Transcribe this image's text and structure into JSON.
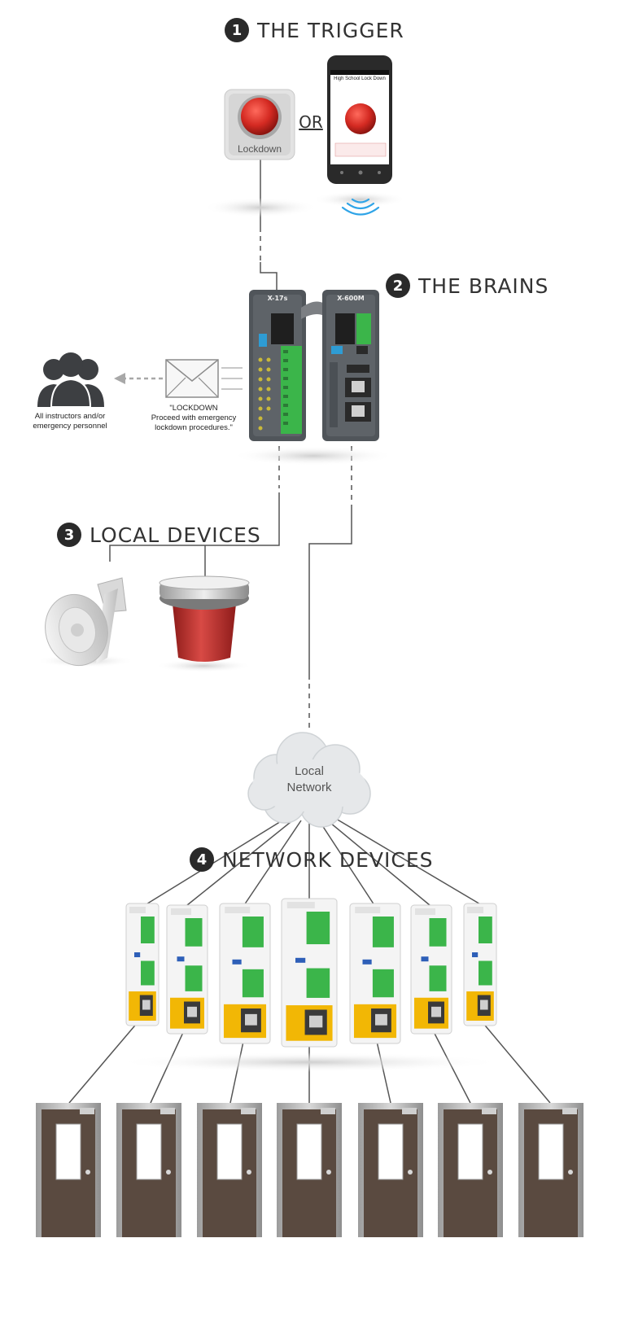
{
  "steps": [
    {
      "number": "1",
      "title": "THE TRIGGER"
    },
    {
      "number": "2",
      "title": "THE BRAINS"
    },
    {
      "number": "3",
      "title": "LOCAL DEVICES"
    },
    {
      "number": "4",
      "title": "NETWORK DEVICES"
    }
  ],
  "trigger": {
    "button_label": "Lockdown",
    "or_label": "OR",
    "phone_title": "High School Lock Down"
  },
  "brains": {
    "controller_a": "X-17s",
    "controller_b": "X-600M"
  },
  "notification": {
    "recipients": "All instructors and/or emergency personnel",
    "message_line1": "\"LOCKDOWN",
    "message_line2": "Proceed with emergency",
    "message_line3": "lockdown procedures.\""
  },
  "network": {
    "cloud_line1": "Local",
    "cloud_line2": "Network"
  },
  "relay_count": 7,
  "door_count": 7,
  "colors": {
    "red_button": "#d42a22",
    "relay_green": "#3bb54a",
    "relay_yellow": "#f2b705",
    "door_brown": "#5a4a40",
    "wifi_blue": "#2fa4e7"
  },
  "icons": [
    "users-icon",
    "envelope-icon",
    "speaker-horn-icon",
    "strobe-light-icon",
    "cloud-icon",
    "door-icon",
    "web-relay-icon"
  ]
}
